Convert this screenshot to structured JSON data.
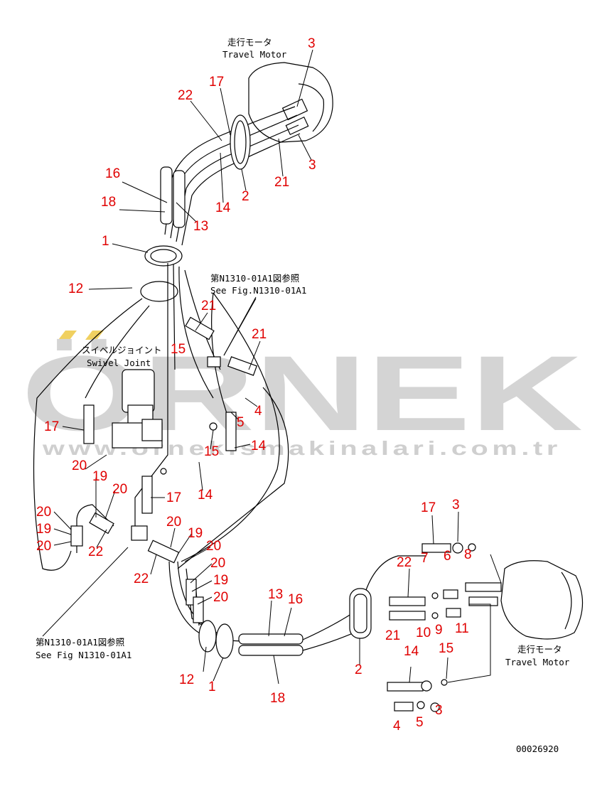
{
  "watermark": {
    "brand": "ÖRNEK",
    "url": "www.ornekismakinalari.com.tr",
    "accent": "#f0d060",
    "color": "#d4d4d4"
  },
  "captions": {
    "motor_top_jp": "走行モータ",
    "motor_top_en": "Travel Motor",
    "ref_top_jp": "第N1310-01A1図参照",
    "ref_top_en": "See Fig.N1310-01A1",
    "swivel_jp": "スイベルジョイント",
    "swivel_en": "Swivel Joint",
    "ref_bottom_jp": "第N1310-01A1図参照",
    "ref_bottom_en": "See Fig N1310-01A1",
    "motor_bottom_jp": "走行モータ",
    "motor_bottom_en": "Travel Motor",
    "drawing_no": "00026920"
  },
  "callouts": [
    "3",
    "17",
    "22",
    "3",
    "21",
    "2",
    "14",
    "16",
    "18",
    "13",
    "1",
    "12",
    "21",
    "15",
    "21",
    "4",
    "5",
    "14",
    "15",
    "17",
    "20",
    "19",
    "20",
    "17",
    "14",
    "20",
    "19",
    "20",
    "22",
    "20",
    "19",
    "20",
    "22",
    "20",
    "19",
    "20",
    "17",
    "3",
    "7",
    "6",
    "8",
    "22",
    "13",
    "16",
    "21",
    "10",
    "9",
    "11",
    "14",
    "15",
    "2",
    "12",
    "1",
    "18",
    "4",
    "5",
    "3"
  ],
  "colors": {
    "callout": "#e00000",
    "line": "#000000"
  }
}
